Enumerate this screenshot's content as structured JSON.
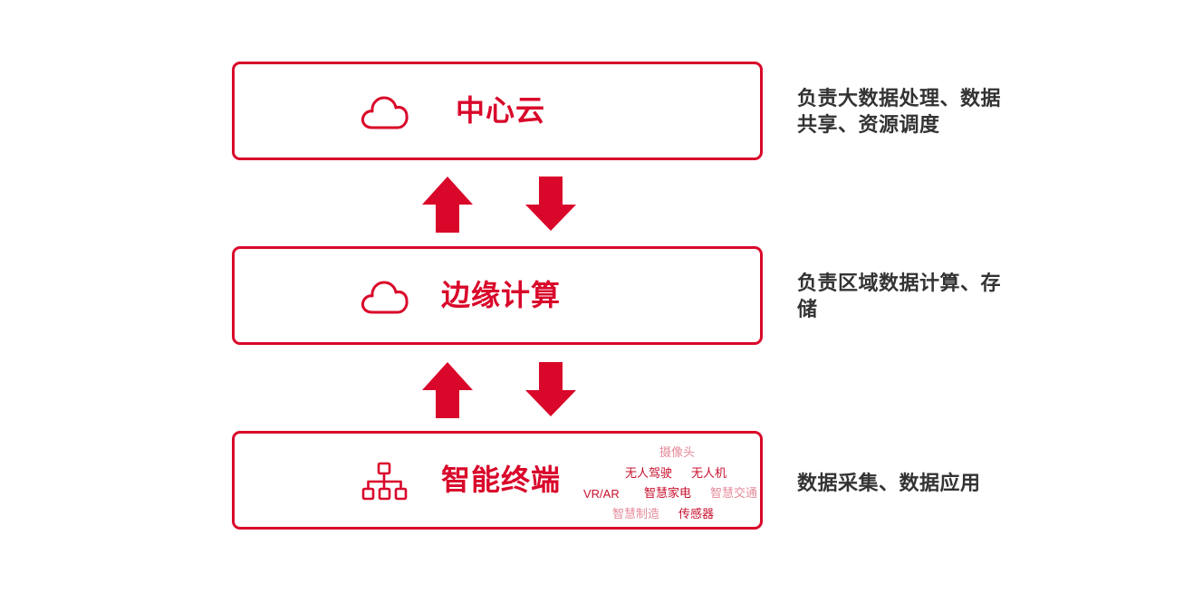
{
  "colors": {
    "accent": "#d9072a",
    "text": "#333333",
    "tag_light": "#e58a99",
    "tag_dark": "#c8102e"
  },
  "tiers": [
    {
      "title": "中心云",
      "icon": "cloud-icon",
      "description": "负责大数据处理、数据共享、资源调度"
    },
    {
      "title": "边缘计算",
      "icon": "cloud-icon",
      "description": "负责区域数据计算、存储"
    },
    {
      "title": "智能终端",
      "icon": "network-hierarchy-icon",
      "description": "数据采集、数据应用"
    }
  ],
  "terminal_tags": [
    {
      "label": "摄像头",
      "tone": "light"
    },
    {
      "label": "无人驾驶",
      "tone": "dark"
    },
    {
      "label": "无人机",
      "tone": "dark"
    },
    {
      "label": "VR/AR",
      "tone": "dark"
    },
    {
      "label": "智慧家电",
      "tone": "dark"
    },
    {
      "label": "智慧交通",
      "tone": "light"
    },
    {
      "label": "智慧制造",
      "tone": "light"
    },
    {
      "label": "传感器",
      "tone": "dark"
    }
  ],
  "arrows": [
    {
      "direction": "up"
    },
    {
      "direction": "down"
    },
    {
      "direction": "up"
    },
    {
      "direction": "down"
    }
  ]
}
